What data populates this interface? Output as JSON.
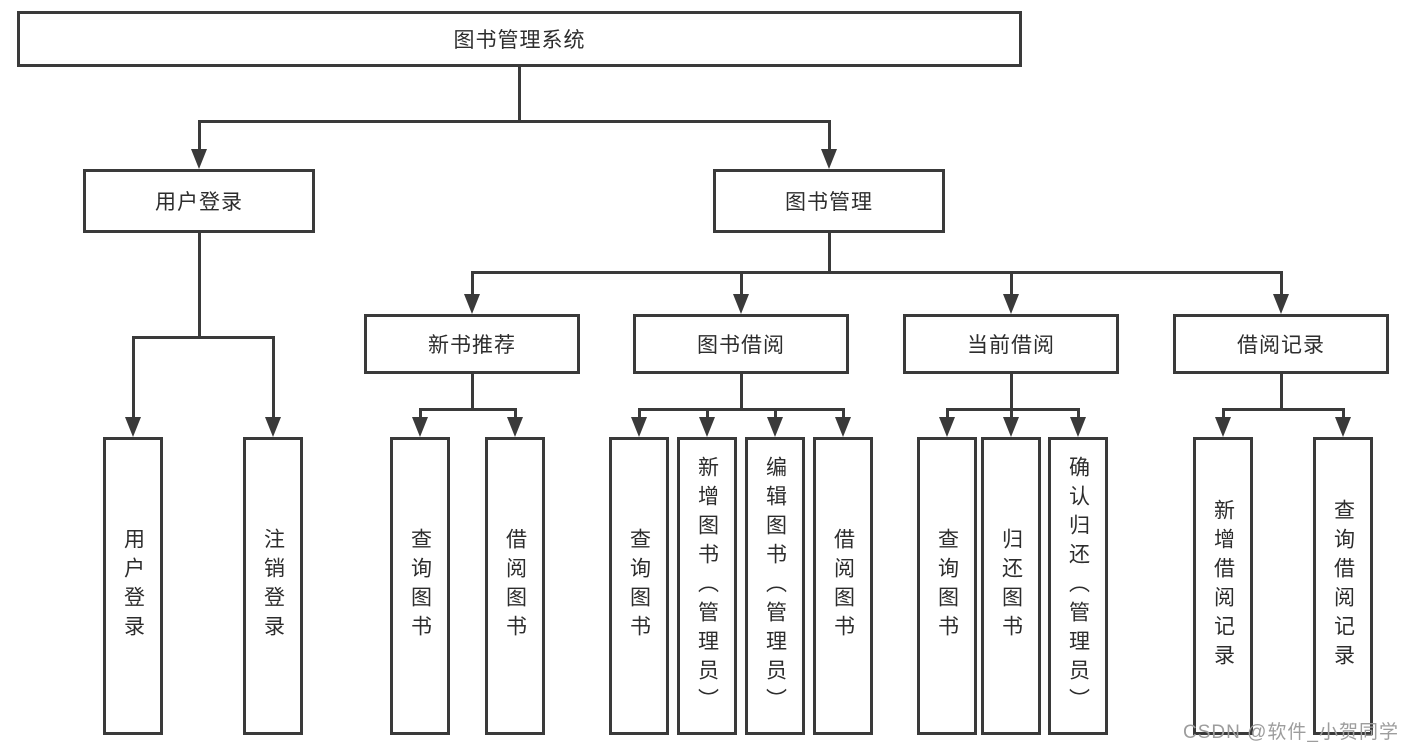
{
  "diagram": {
    "root": {
      "label": "图书管理系统"
    },
    "level2": {
      "user_login": {
        "label": "用户登录"
      },
      "book_mgmt": {
        "label": "图书管理"
      }
    },
    "level3": {
      "new_books": {
        "label": "新书推荐"
      },
      "book_borrow": {
        "label": "图书借阅"
      },
      "current_borrow": {
        "label": "当前借阅"
      },
      "borrow_records": {
        "label": "借阅记录"
      }
    },
    "leaves": {
      "user_login_leaf": {
        "label": "用户登录"
      },
      "logout": {
        "label": "注销登录"
      },
      "nb_query": {
        "label": "查询图书"
      },
      "nb_borrow": {
        "label": "借阅图书"
      },
      "bb_query": {
        "label": "查询图书"
      },
      "bb_add": {
        "label": "新增图书（管理员）"
      },
      "bb_edit": {
        "label": "编辑图书（管理员）"
      },
      "bb_borrow": {
        "label": "借阅图书"
      },
      "cb_query": {
        "label": "查询图书"
      },
      "cb_return": {
        "label": "归还图书"
      },
      "cb_confirm": {
        "label": "确认归还（管理员）"
      },
      "br_add": {
        "label": "新增借阅记录"
      },
      "br_query": {
        "label": "查询借阅记录"
      }
    }
  },
  "watermark": {
    "text": "CSDN @软件_小贺同学"
  },
  "colors": {
    "line": "#3a3a3a",
    "box_border": "#3a3a3a",
    "text": "#2d2d2d",
    "watermark": "#9d9d9d",
    "background": "#ffffff"
  }
}
